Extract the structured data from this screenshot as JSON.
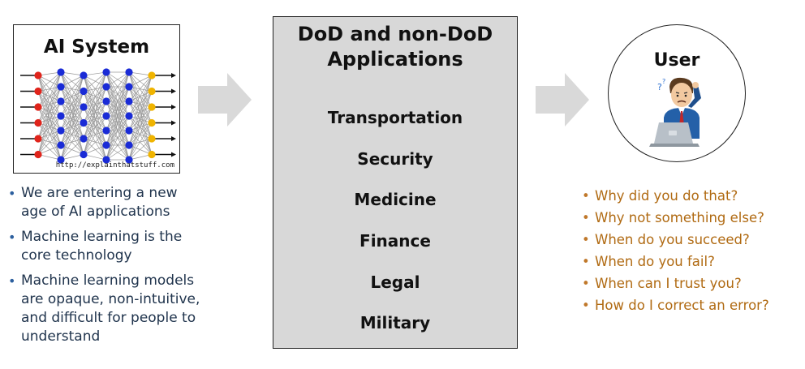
{
  "ai_system": {
    "title": "AI System",
    "source_url": "http://explainthatstuff.com",
    "bullets": [
      "We are entering a new age of AI applications",
      "Machine learning is the core technology",
      "Machine learning models are opaque, non-intuitive, and difficult for people to understand"
    ]
  },
  "applications": {
    "title_line1": "DoD and non-DoD",
    "title_line2": "Applications",
    "items": [
      "Transportation",
      "Security",
      "Medicine",
      "Finance",
      "Legal",
      "Military"
    ]
  },
  "user": {
    "title": "User",
    "questions": [
      "Why did you do that?",
      "Why not something else?",
      "When do you succeed?",
      "When do you fail?",
      "When can I trust you?",
      "How do I correct an error?"
    ]
  },
  "colors": {
    "input_node": "#e0241b",
    "hidden_node": "#1a2bd6",
    "output_node": "#f0b400",
    "apps_fill": "#d8d8d8",
    "arrow_fill": "#d9d9d9",
    "left_text": "#20344d",
    "question_text": "#b06a12"
  },
  "icons": {
    "flow_arrow": "right-arrow-icon",
    "network": "neural-network-icon",
    "user": "confused-user-icon"
  }
}
